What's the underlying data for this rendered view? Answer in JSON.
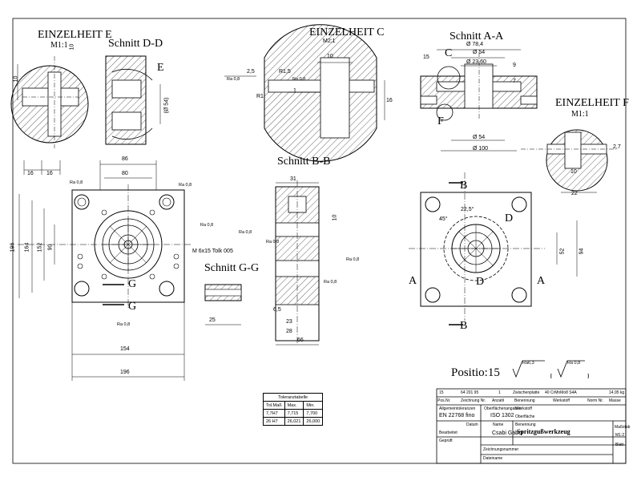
{
  "titles": {
    "einzelheit_e": "EINZELHEIT E",
    "einzelheit_e_scale": "M1:1",
    "schnitt_d": "Schnitt D-D",
    "einzelheit_c": "EINZELHEIT C",
    "einzelheit_c_scale": "M2:1",
    "schnitt_a": "Schnitt A-A",
    "einzelheit_f": "EINZELHEIT F",
    "einzelheit_f_scale": "M1:1",
    "schnitt_b": "Schnitt B-B",
    "schnitt_g": "Schnitt G-G"
  },
  "section_letters": {
    "e": "E",
    "c": "C",
    "f": "F",
    "g1": "G",
    "g2": "G",
    "b_top": "B",
    "b_bottom": "B",
    "a_left": "A",
    "a_right": "A",
    "d_top": "D",
    "d_bottom": "D"
  },
  "dimensions": {
    "d86": "86",
    "d80": "80",
    "d196v": "196",
    "d164": "164",
    "d152": "152",
    "d90": "90",
    "d154": "154",
    "d196h": "196",
    "d31": "31",
    "d66": "66",
    "d23": "23",
    "d28": "28",
    "d6_5": "6,5",
    "d25": "25",
    "d10c": "10",
    "d16c": "16",
    "d2_5": "2,5",
    "d1": "1",
    "r1_5": "R1,5",
    "r1": "R1",
    "d15": "15",
    "phi78": "Ø 78,4",
    "phi54t": "Ø 54",
    "phi23": "Ø 23,60",
    "phi54b": "Ø 54",
    "phi100": "Ø 100",
    "d9": "9",
    "d7": "7",
    "d22": "22",
    "d10f": "10",
    "d2_7": "2,7",
    "d16e1": "16",
    "d16e2": "16",
    "phi54d": "(Ø 54)",
    "d52": "52",
    "d94": "94",
    "ang22": "22,5°",
    "ang45": "45°",
    "thread": "M 6x15 Tolk 005",
    "d10e": "10",
    "d10x": "10",
    "d10y": "10"
  },
  "roughness": {
    "ra": "Ra 0,8"
  },
  "position": {
    "label": "Positio:15",
    "ra_a": "Ra6,3",
    "ra_b": "Ra 0,8"
  },
  "tolerance_table": {
    "title": "Toleranztabelle",
    "headers": [
      "Tol.Maß",
      "Max.",
      "Min."
    ],
    "rows": [
      [
        "7,7H7",
        "7,715",
        "7,700"
      ],
      [
        "26 H7",
        "26,021",
        "26,000"
      ]
    ]
  },
  "title_block": {
    "row1": [
      "15",
      "64 201 95",
      "1",
      "Zwischenplatte",
      "40 CrMnMo8 S4A",
      "14,95 kg"
    ],
    "row1_headers": [
      "Pos.Nr.",
      "Zeichnung Nr.",
      "Anzahl",
      "Benennung",
      "Werkstoff",
      "Norm Nr.",
      "Masse"
    ],
    "norm_label": "Allgemeintoleranzen",
    "norm_value": "EN 22768 fino",
    "surface_label": "Oberflächenangaben",
    "surface_value": "ISO 1302",
    "werkstoff_label": "Werkstoff",
    "oberflaeche_label": "Oberfläche",
    "datum_label": "Datum",
    "name_label": "Name",
    "bearbeitet_label": "Bearbeitet",
    "geprueft_label": "Geprüft",
    "name_value": "Csabi Gabor",
    "benennung_label": "Benennung",
    "benennung_value": "Spritzgußwerkzeug",
    "zeichnung_label": "Zeichnungsnummer",
    "datei_label": "Dateiname",
    "massstab_label": "Maßstab",
    "massstab_value": "M1:2",
    "blatt_label": "Blatt"
  },
  "colors": {
    "line": "#000000",
    "background": "#ffffff"
  }
}
